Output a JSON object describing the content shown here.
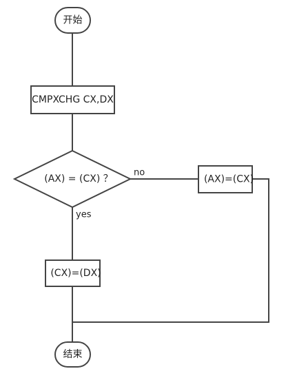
{
  "nodes": {
    "start": "开始",
    "cmpxchg": "CMPXCHG CX,DX",
    "decision": "(AX) = (CX) ？",
    "assign_ax": "(AX)=(CX)",
    "assign_cx": "(CX)=(DX)",
    "end": "结束"
  },
  "edges": {
    "no": "no",
    "yes": "yes"
  },
  "colors": {
    "stroke": "#444444",
    "text": "#222222",
    "background": "#ffffff"
  }
}
